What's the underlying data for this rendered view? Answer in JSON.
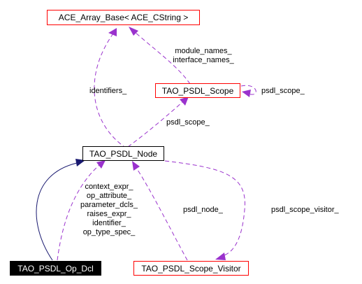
{
  "colors": {
    "inheritance_edge": "#191970",
    "usage_edge": "#9a32cd",
    "node_border_red": "#ff0000",
    "node_border_black": "#000000",
    "filled_node_bg": "#000000",
    "filled_node_text": "#ffffff"
  },
  "nodes": {
    "ace_array_base": "ACE_Array_Base< ACE_CString >",
    "tao_psdl_scope": "TAO_PSDL_Scope",
    "tao_psdl_node": "TAO_PSDL_Node",
    "tao_psdl_op_dcl": "TAO_PSDL_Op_Dcl",
    "tao_psdl_scope_visitor": "TAO_PSDL_Scope_Visitor"
  },
  "edge_labels": {
    "module_names": "module_names_",
    "interface_names": "interface_names_",
    "identifiers": "identifiers_",
    "psdl_scope_self": "psdl_scope_",
    "psdl_scope": "psdl_scope_",
    "op_dcl_members": [
      "context_expr_",
      "op_attribute_",
      "parameter_dcls_",
      "raises_expr_",
      "identifier_",
      "op_type_spec_"
    ],
    "psdl_node": "psdl_node_",
    "psdl_scope_visitor": "psdl_scope_visitor_"
  }
}
